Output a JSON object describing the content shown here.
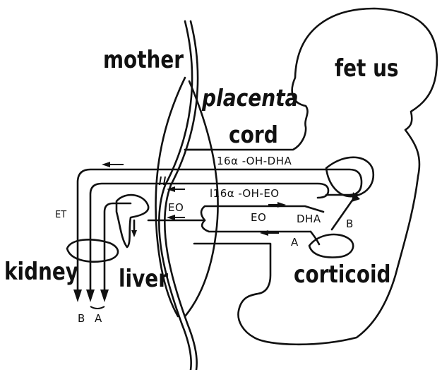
{
  "labels": {
    "mother": "mother",
    "fetus": "fet us",
    "placenta": "placenta",
    "cord": "cord",
    "kidney": "kidney",
    "liver": "liver",
    "corticoid": "corticoid",
    "oh_dha": "16α -OH-DHA",
    "oh_eo": "l16α -OH-EO",
    "eo_left": "EO",
    "eo_mid": "EO",
    "dha": "DHA",
    "et": "ET",
    "route_a_fetal": "A",
    "route_b_fetal": "B",
    "route_b_bottom": "B",
    "route_a_bottom": "A"
  },
  "colors": {
    "ink": "#111111",
    "background": "#ffffff"
  }
}
